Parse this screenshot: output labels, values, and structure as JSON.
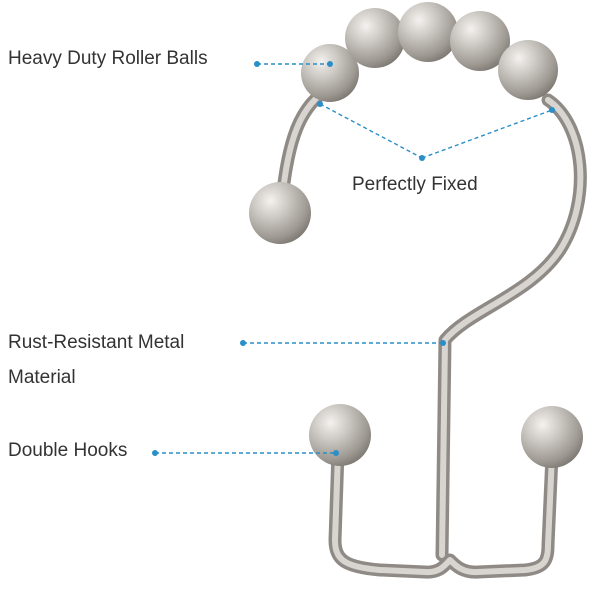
{
  "labels": {
    "roller_balls": "Heavy Duty Roller Balls",
    "fixed": "Perfectly Fixed",
    "material_line1": "Rust-Resistant Metal",
    "material_line2": "Material",
    "double_hooks": "Double Hooks"
  },
  "colors": {
    "background": "#ffffff",
    "label_text": "#333333",
    "callout_line": "#2a8fc7",
    "metal": "#b9b5b0"
  },
  "icons": {
    "product": "shower-curtain-hook"
  }
}
